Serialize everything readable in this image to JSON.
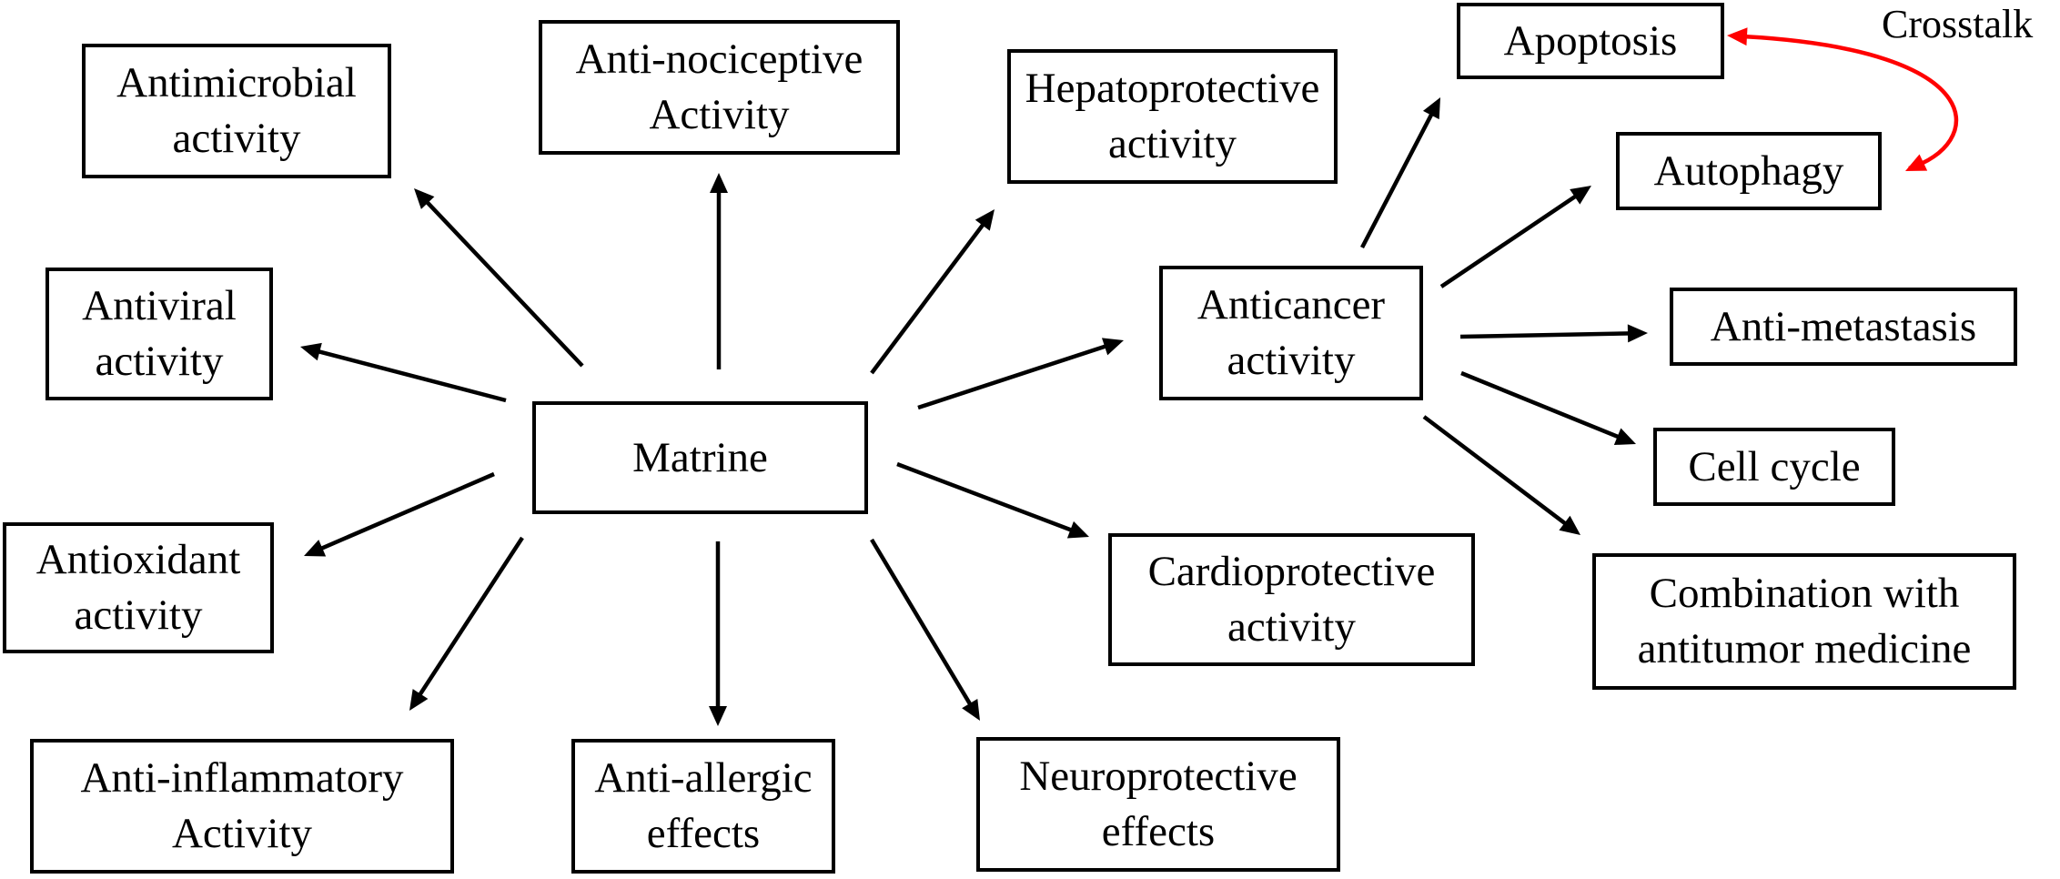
{
  "center": {
    "id": "matrine",
    "label": "Matrine"
  },
  "nodes": [
    {
      "id": "antimicrobial",
      "label": "Antimicrobial\nactivity"
    },
    {
      "id": "anti-nociceptive",
      "label": "Anti-nociceptive\nActivity"
    },
    {
      "id": "hepatoprotective",
      "label": "Hepatoprotective\nactivity"
    },
    {
      "id": "antiviral",
      "label": "Antiviral\nactivity"
    },
    {
      "id": "anticancer",
      "label": "Anticancer\nactivity"
    },
    {
      "id": "antioxidant",
      "label": "Antioxidant\nactivity"
    },
    {
      "id": "cardioprotective",
      "label": "Cardioprotective\nactivity"
    },
    {
      "id": "anti-inflammatory",
      "label": "Anti-inflammatory\nActivity"
    },
    {
      "id": "anti-allergic",
      "label": "Anti-allergic\neffects"
    },
    {
      "id": "neuroprotective",
      "label": "Neuroprotective\neffects"
    },
    {
      "id": "apoptosis",
      "label": "Apoptosis"
    },
    {
      "id": "autophagy",
      "label": "Autophagy"
    },
    {
      "id": "anti-metastasis",
      "label": "Anti-metastasis"
    },
    {
      "id": "cell-cycle",
      "label": "Cell cycle"
    },
    {
      "id": "combination",
      "label": "Combination with\nantitumor medicine"
    }
  ],
  "edges": [
    {
      "from": "matrine",
      "to": "antimicrobial"
    },
    {
      "from": "matrine",
      "to": "anti-nociceptive"
    },
    {
      "from": "matrine",
      "to": "hepatoprotective"
    },
    {
      "from": "matrine",
      "to": "antiviral"
    },
    {
      "from": "matrine",
      "to": "anticancer"
    },
    {
      "from": "matrine",
      "to": "antioxidant"
    },
    {
      "from": "matrine",
      "to": "cardioprotective"
    },
    {
      "from": "matrine",
      "to": "anti-inflammatory"
    },
    {
      "from": "matrine",
      "to": "anti-allergic"
    },
    {
      "from": "matrine",
      "to": "neuroprotective"
    },
    {
      "from": "anticancer",
      "to": "apoptosis"
    },
    {
      "from": "anticancer",
      "to": "autophagy"
    },
    {
      "from": "anticancer",
      "to": "anti-metastasis"
    },
    {
      "from": "anticancer",
      "to": "cell-cycle"
    },
    {
      "from": "anticancer",
      "to": "combination"
    }
  ],
  "crosstalk": {
    "label": "Crosstalk",
    "from": "autophagy",
    "to": "apoptosis",
    "color": "#ff0000"
  },
  "colors": {
    "line": "#000000",
    "box_border": "#000000",
    "background": "#ffffff"
  }
}
